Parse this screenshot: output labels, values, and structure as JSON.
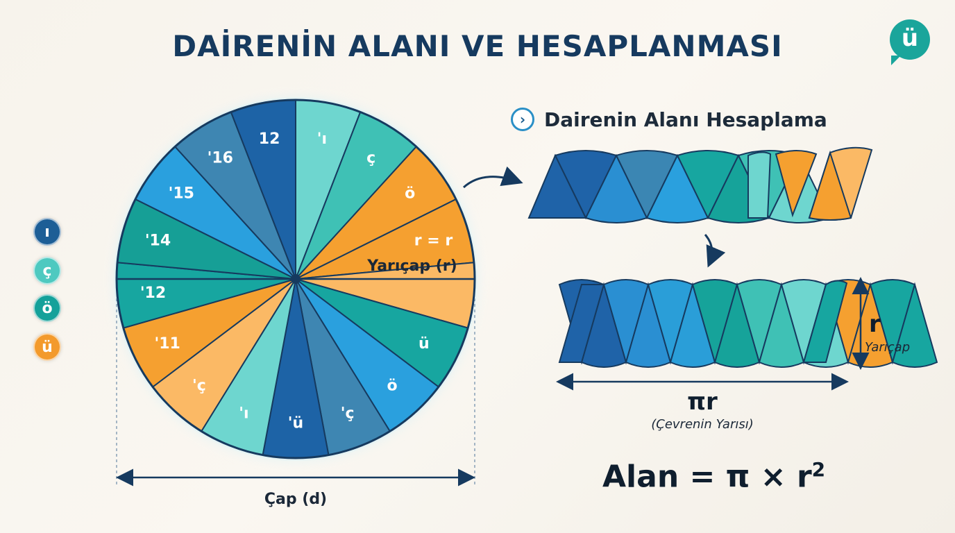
{
  "title": "DAİRENİN ALANI VE HESAPLANMASI",
  "logo": "ü",
  "legend": [
    {
      "label": "ı",
      "color": "#1d5e96"
    },
    {
      "label": "ç",
      "color": "#4ec9c0"
    },
    {
      "label": "ö",
      "color": "#14a19a"
    },
    {
      "label": "ü",
      "color": "#f39a2c"
    }
  ],
  "circle": {
    "slices": [
      {
        "label": "'ı",
        "color": "#6ed6cf"
      },
      {
        "label": "ç",
        "color": "#3fc1b5"
      },
      {
        "label": "ö",
        "color": "#f5a030"
      },
      {
        "label": "r = r",
        "color": "#f5a030"
      },
      {
        "label": "",
        "color": "#fbb965"
      },
      {
        "label": "ü",
        "color": "#17a6a0"
      },
      {
        "label": "ö",
        "color": "#2aa0de"
      },
      {
        "label": "'ç",
        "color": "#3e86b2"
      },
      {
        "label": "'ü",
        "color": "#1d63a6"
      },
      {
        "label": "'ı",
        "color": "#6ed6cf"
      },
      {
        "label": "'ç",
        "color": "#fbb965"
      },
      {
        "label": "'11",
        "color": "#f5a030"
      },
      {
        "label": "'12",
        "color": "#17a6a0"
      },
      {
        "label": "'14",
        "color": "#169f96"
      },
      {
        "label": "'15",
        "color": "#2aa0de"
      },
      {
        "label": "'16",
        "color": "#3e86b2"
      },
      {
        "label": "12",
        "color": "#1d63a6"
      }
    ],
    "radius_label": "Yarıçap (r)",
    "diameter_label": "Çap (d)"
  },
  "section_title": "Dairenin Alanı Hesaplama",
  "section_icon": "chevron-right-icon",
  "strip1_colors": [
    "#1f63a8",
    "#2a8fd2",
    "#3b86b3",
    "#2aa0de",
    "#17a6a0",
    "#16a39a",
    "#3fc1b5",
    "#6ed6cf"
  ],
  "strip1_extra": [
    "#f5a030",
    "#fbb965",
    "#f5a030"
  ],
  "strip2_colors": [
    "#1f63a8",
    "#2a8fd2",
    "#2a9ed8",
    "#16a39a",
    "#3fc1b5",
    "#6ed6cf",
    "#f5a030",
    "#17a6a0"
  ],
  "strip2_height_label": "r",
  "strip2_height_sub": "Yarıçap",
  "strip2_width_label": "πr",
  "strip2_width_sub": "(Çevrenin Yarısı)",
  "formula_main": "Alan = π × r",
  "formula_exp": "2"
}
